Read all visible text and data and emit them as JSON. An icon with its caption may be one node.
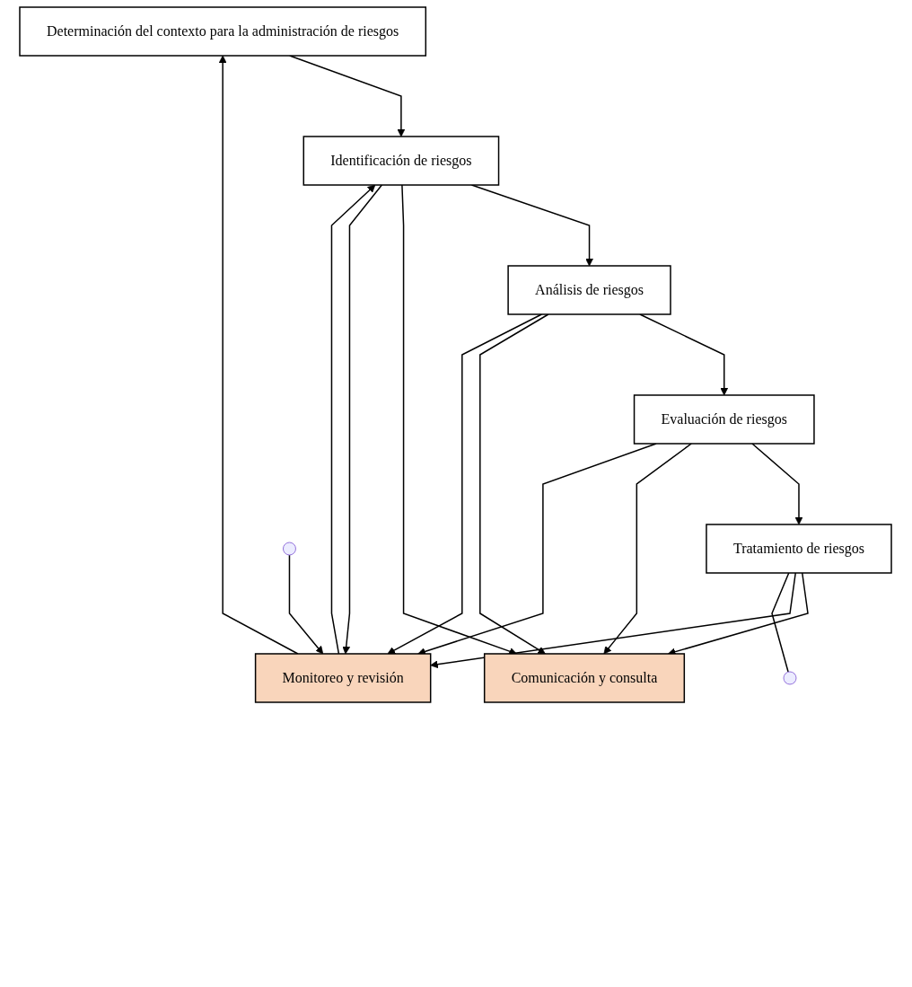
{
  "diagram": {
    "nodes": [
      {
        "text": [
          "Determinación del contexto para la administración de riesgos"
        ]
      },
      {
        "text": [
          "Identificación de riesgos"
        ]
      },
      {
        "text": [
          "Análisis de riesgos"
        ]
      },
      {
        "text": [
          "Evaluación de riesgos"
        ]
      },
      {
        "text": [
          "Tratamiento de riesgos"
        ]
      },
      {
        "text": [
          "Comunicación y consulta"
        ]
      },
      {
        "text": [
          "Monitoreo y revisión"
        ]
      }
    ],
    "edges": [
      {
        "from": 0,
        "to": 1,
        "arrow": "to"
      },
      {
        "from": 1,
        "to": 2,
        "arrow": "to"
      },
      {
        "from": 2,
        "to": 3,
        "arrow": "to"
      },
      {
        "from": 3,
        "to": 4,
        "arrow": "to"
      },
      {
        "from": 1,
        "to": 5,
        "arrow": "to"
      },
      {
        "from": 2,
        "to": 5,
        "arrow": "to"
      },
      {
        "from": 3,
        "to": 5,
        "arrow": "to"
      },
      {
        "from": 4,
        "to": 5,
        "arrow": "to"
      },
      {
        "from": 1,
        "to": 6,
        "arrow": "to"
      },
      {
        "from": 2,
        "to": 6,
        "arrow": "to"
      },
      {
        "from": 3,
        "to": 6,
        "arrow": "to"
      },
      {
        "from": 4,
        "to": 6,
        "arrow": "to"
      },
      {
        "from": 6,
        "to": 0,
        "arrow": "to"
      },
      {
        "from": 6,
        "to": 1,
        "arrow": "to"
      },
      {
        "from": 4,
        "to": null,
        "arrow": "none"
      },
      {
        "from": null,
        "to": 6,
        "arrow": "to"
      }
    ]
  }
}
